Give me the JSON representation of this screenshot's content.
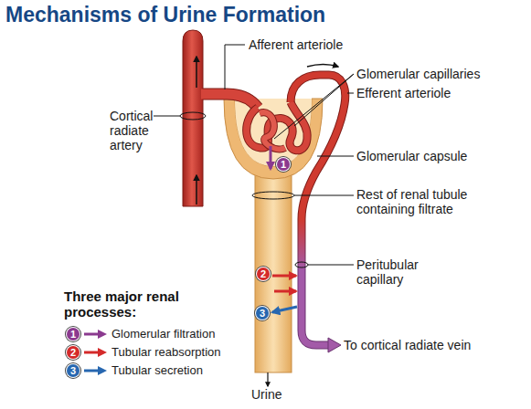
{
  "diagram": {
    "title": "Mechanisms of Urine Formation",
    "labels": [
      "Afferent arteriole",
      "Glomerular capillaries",
      "Efferent arteriole",
      "Cortical radiate artery",
      "Glomerular capsule",
      "1",
      "Rest of renal tubule containing filtrate",
      "Peritubular capillary",
      "2",
      "3",
      "Three major renal processes:",
      "1",
      "2",
      "3",
      "To cortical radiate vein",
      "Urine"
    ],
    "legend": [
      {
        "text": "Glomerular filtration"
      },
      {
        "text": "Tubular reabsorption"
      },
      {
        "text": "Tubular secretion"
      }
    ]
  }
}
